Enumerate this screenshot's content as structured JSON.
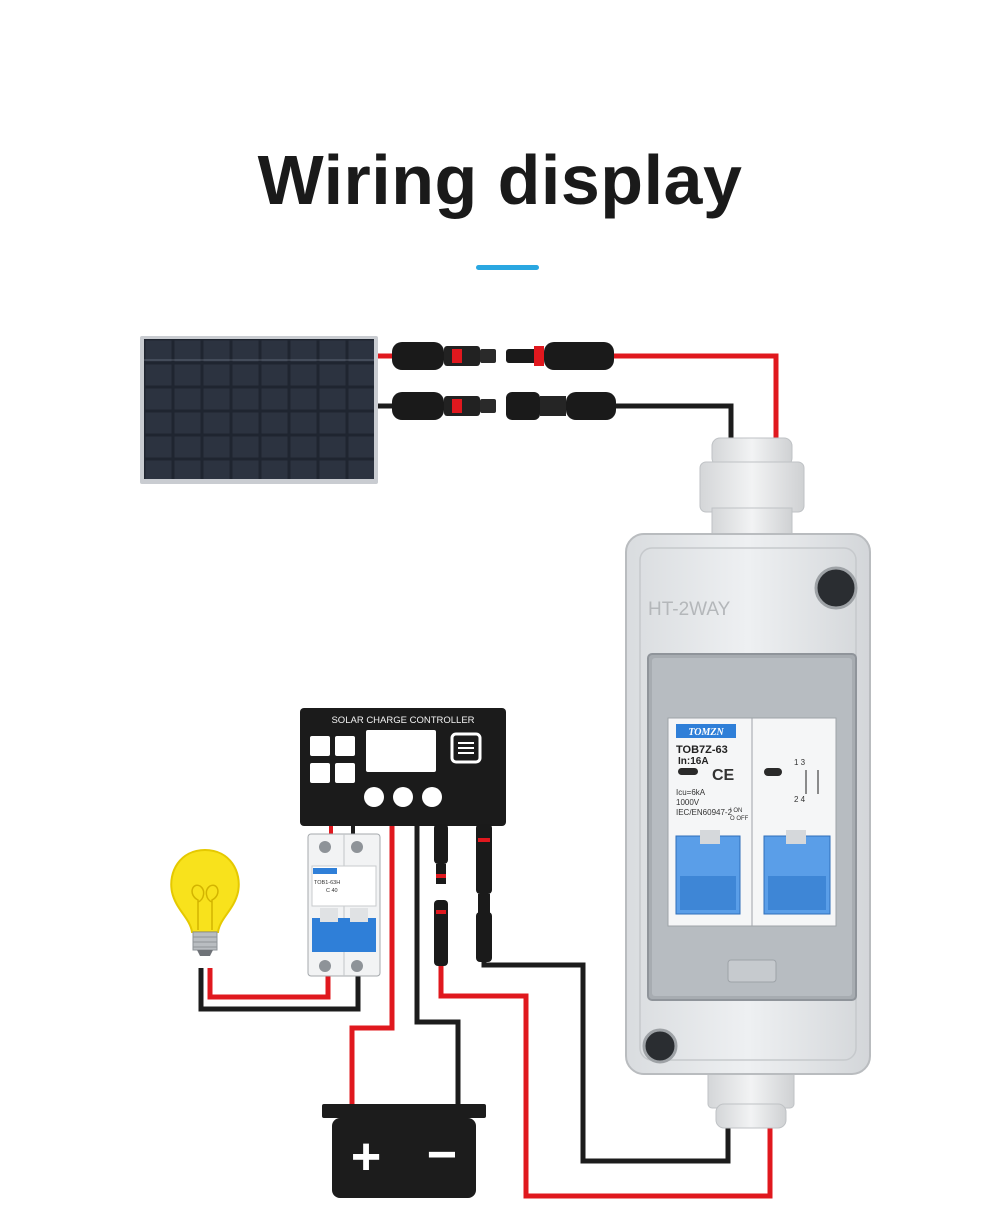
{
  "title": "Wiring display",
  "colors": {
    "accent": "#2aa7e1",
    "positive_wire": "#e0181e",
    "negative_wire": "#1c1c1c",
    "breaker_blue": "#2f7fd8"
  },
  "controller": {
    "label": "SOLAR CHARGE CONTROLLER"
  },
  "enclosure": {
    "label": "HT-2WAY"
  },
  "dc_breaker": {
    "brand": "TOMZN",
    "model": "TOB7Z-63",
    "rating": "In:16A",
    "icu": "Icu=6kA",
    "voltage": "1000V",
    "standard": "IEC/EN60947-2",
    "on_label": "I ON",
    "off_label": "O OFF",
    "terminal_top": "1 3",
    "terminal_bottom": "2 4"
  },
  "small_breaker": {
    "brand": "TOMZN",
    "model": "TOB1-63H",
    "rating": "C 40"
  },
  "battery": {
    "plus": "+",
    "minus": "−"
  }
}
